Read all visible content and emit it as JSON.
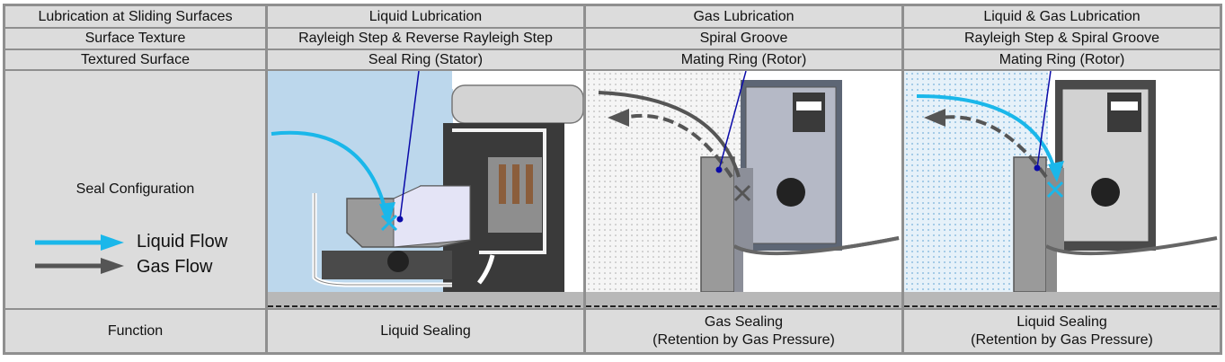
{
  "header": {
    "col0": "Lubrication at Sliding Surfaces",
    "col1": "Liquid Lubrication",
    "col2": "Gas Lubrication",
    "col3": "Liquid & Gas Lubrication"
  },
  "texture": {
    "label": "Surface Texture",
    "col1": "Rayleigh Step & Reverse Rayleigh Step",
    "col2": "Spiral Groove",
    "col3": "Rayleigh Step & Spiral Groove"
  },
  "textured": {
    "label": "Textured Surface",
    "col1": "Seal Ring (Stator)",
    "col2": "Mating Ring (Rotor)",
    "col3": "Mating Ring (Rotor)"
  },
  "config": {
    "label": "Seal Configuration",
    "legend_liquid": "Liquid Flow",
    "legend_gas": "Gas Flow",
    "liquid_color": "#1ab7ea",
    "gas_color": "#555555"
  },
  "function": {
    "label": "Function",
    "col1": "Liquid Sealing",
    "col2_line1": "Gas Sealing",
    "col2_line2": "(Retention by Gas Pressure)",
    "col3_line1": "Liquid Sealing",
    "col3_line2": "(Retention by Gas Pressure)"
  }
}
